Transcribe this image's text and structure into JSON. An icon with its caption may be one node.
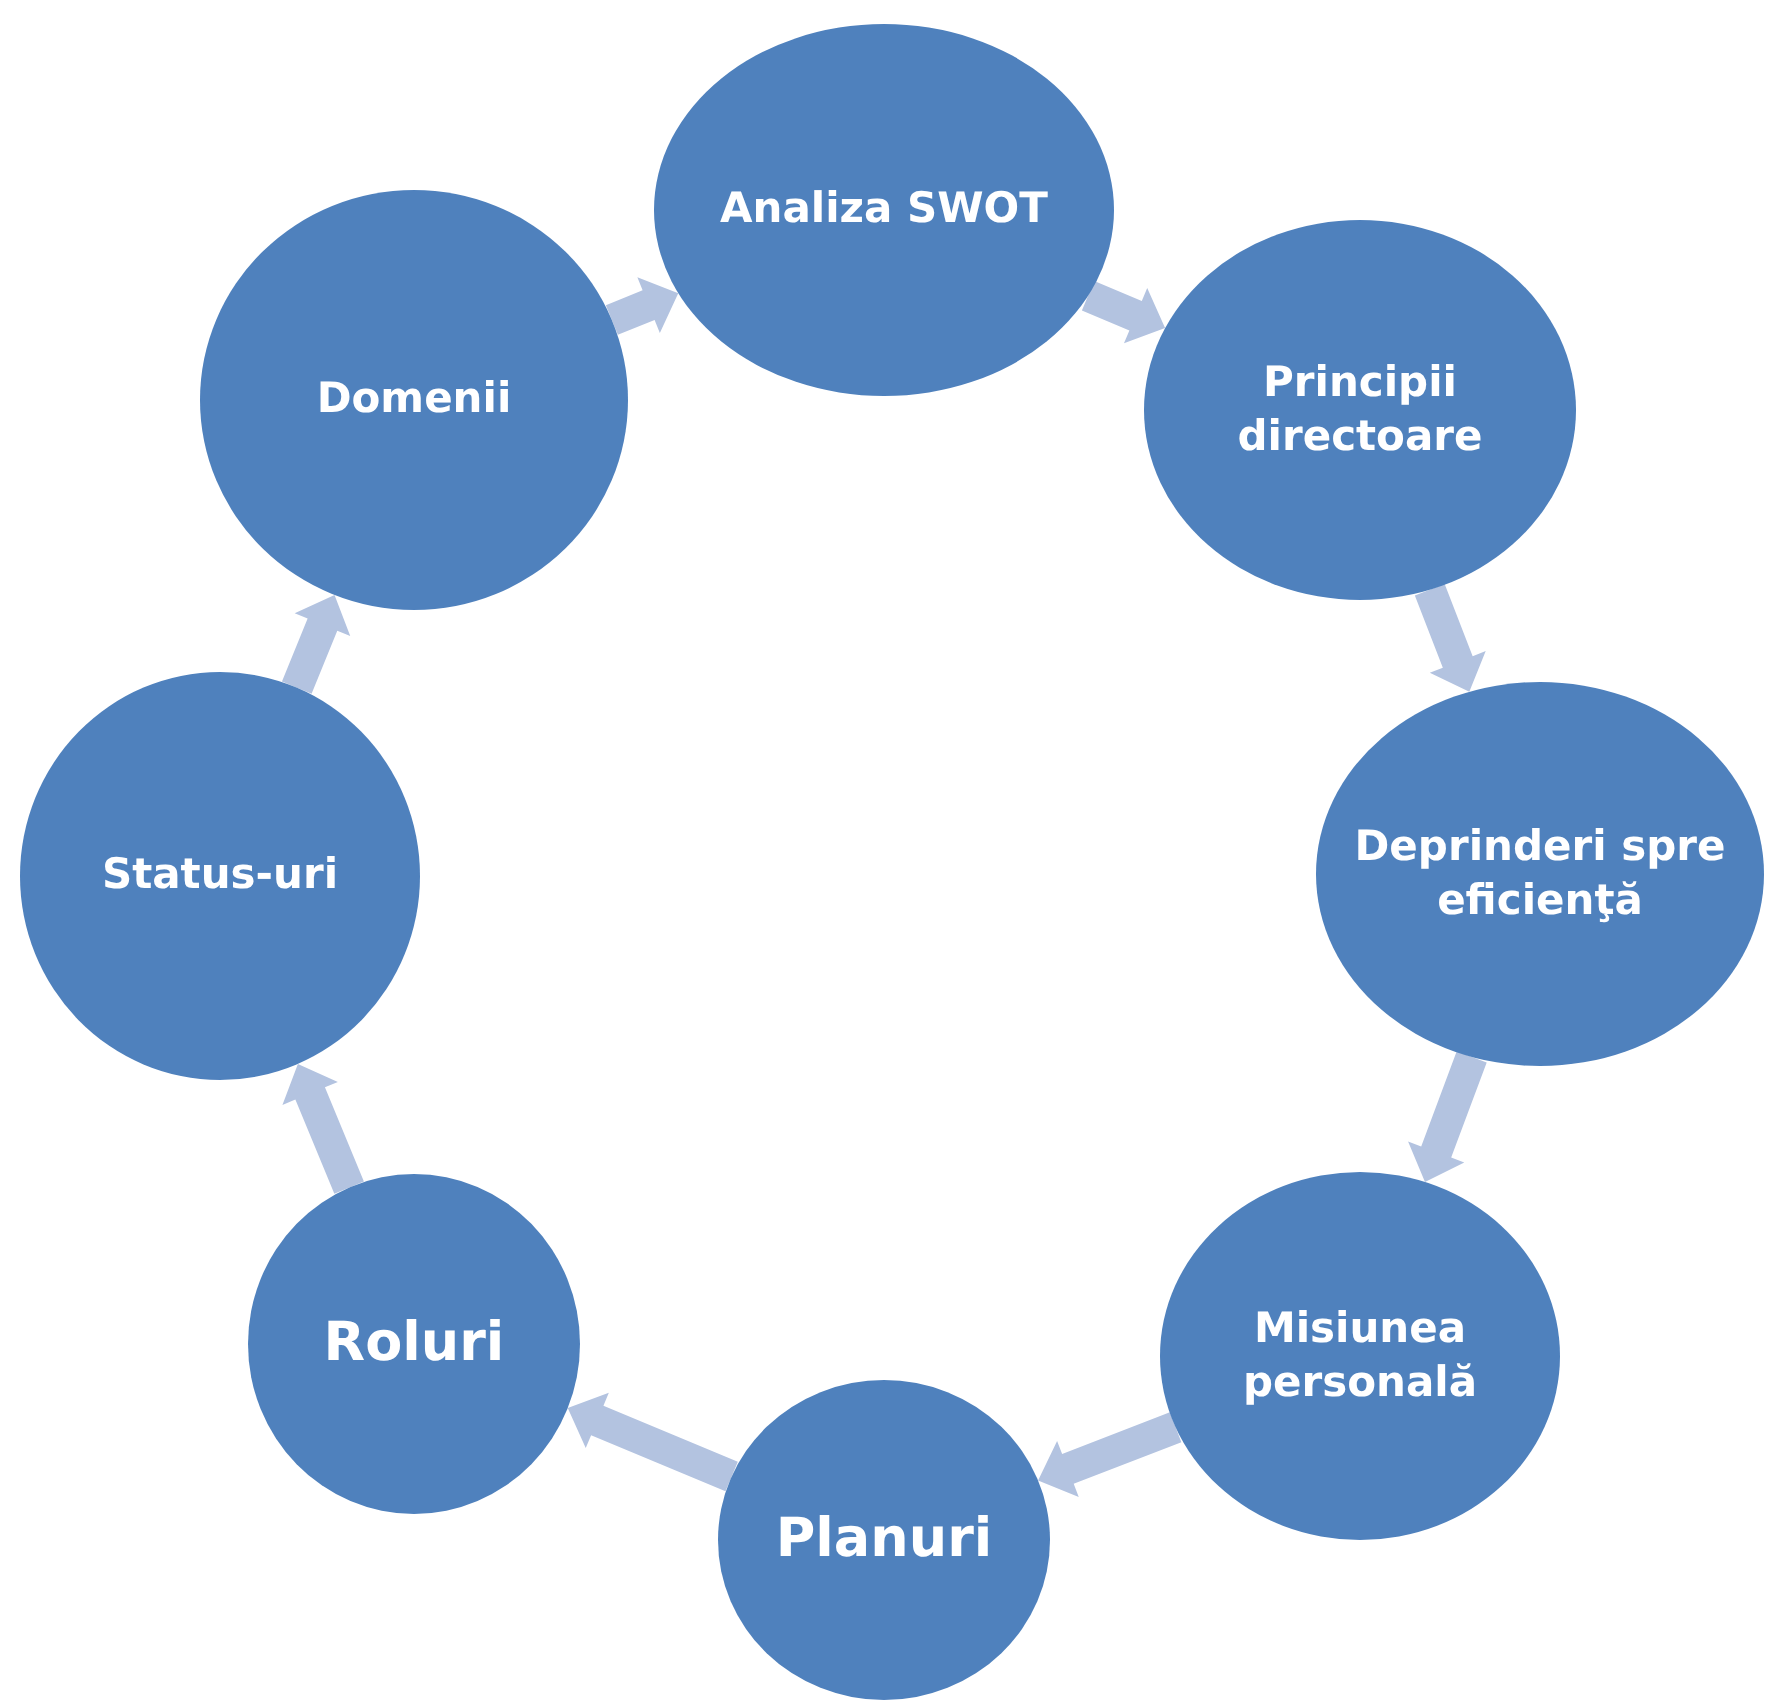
{
  "diagram": {
    "nodes": [
      {
        "text": [
          "Analiza SWOT"
        ]
      },
      {
        "text": [
          "Principii directoare"
        ]
      },
      {
        "text": [
          "Deprinderi spre eficienţă"
        ]
      },
      {
        "text": [
          "Misiunea personală"
        ]
      },
      {
        "text": [
          "Planuri"
        ]
      },
      {
        "text": [
          "Roluri"
        ]
      },
      {
        "text": [
          "Status-uri"
        ]
      },
      {
        "text": [
          "Domenii"
        ]
      }
    ],
    "edges": [
      {
        "from": 0,
        "to": 1,
        "arrow": "to"
      },
      {
        "from": 1,
        "to": 2,
        "arrow": "to"
      },
      {
        "from": 2,
        "to": 3,
        "arrow": "to"
      },
      {
        "from": 3,
        "to": 4,
        "arrow": "to"
      },
      {
        "from": 4,
        "to": 5,
        "arrow": "to"
      },
      {
        "from": 5,
        "to": 6,
        "arrow": "to"
      },
      {
        "from": 6,
        "to": 7,
        "arrow": "to"
      },
      {
        "from": 7,
        "to": 0,
        "arrow": "to"
      }
    ]
  }
}
